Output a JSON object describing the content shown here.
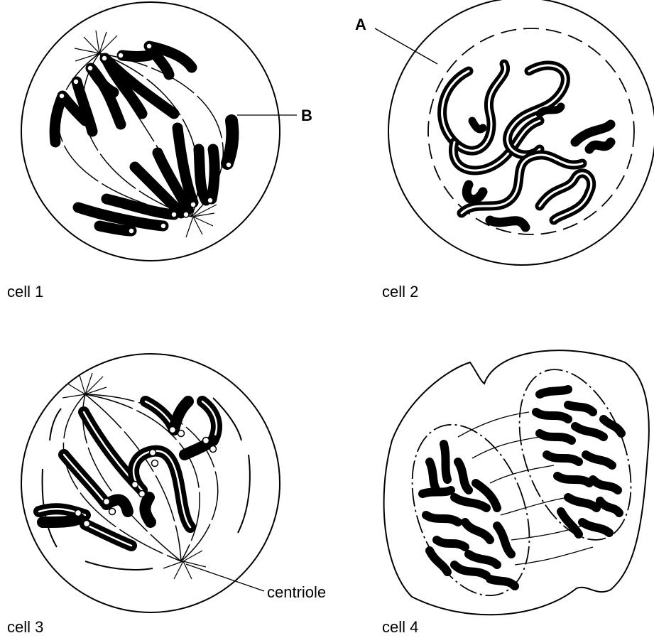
{
  "labels": {
    "cell1": "cell 1",
    "cell2": "cell 2",
    "cell3": "cell 3",
    "cell4": "cell 4",
    "A": "A",
    "B": "B",
    "centriole": "centriole"
  },
  "colors": {
    "ink": "#000000",
    "paper": "#ffffff"
  }
}
